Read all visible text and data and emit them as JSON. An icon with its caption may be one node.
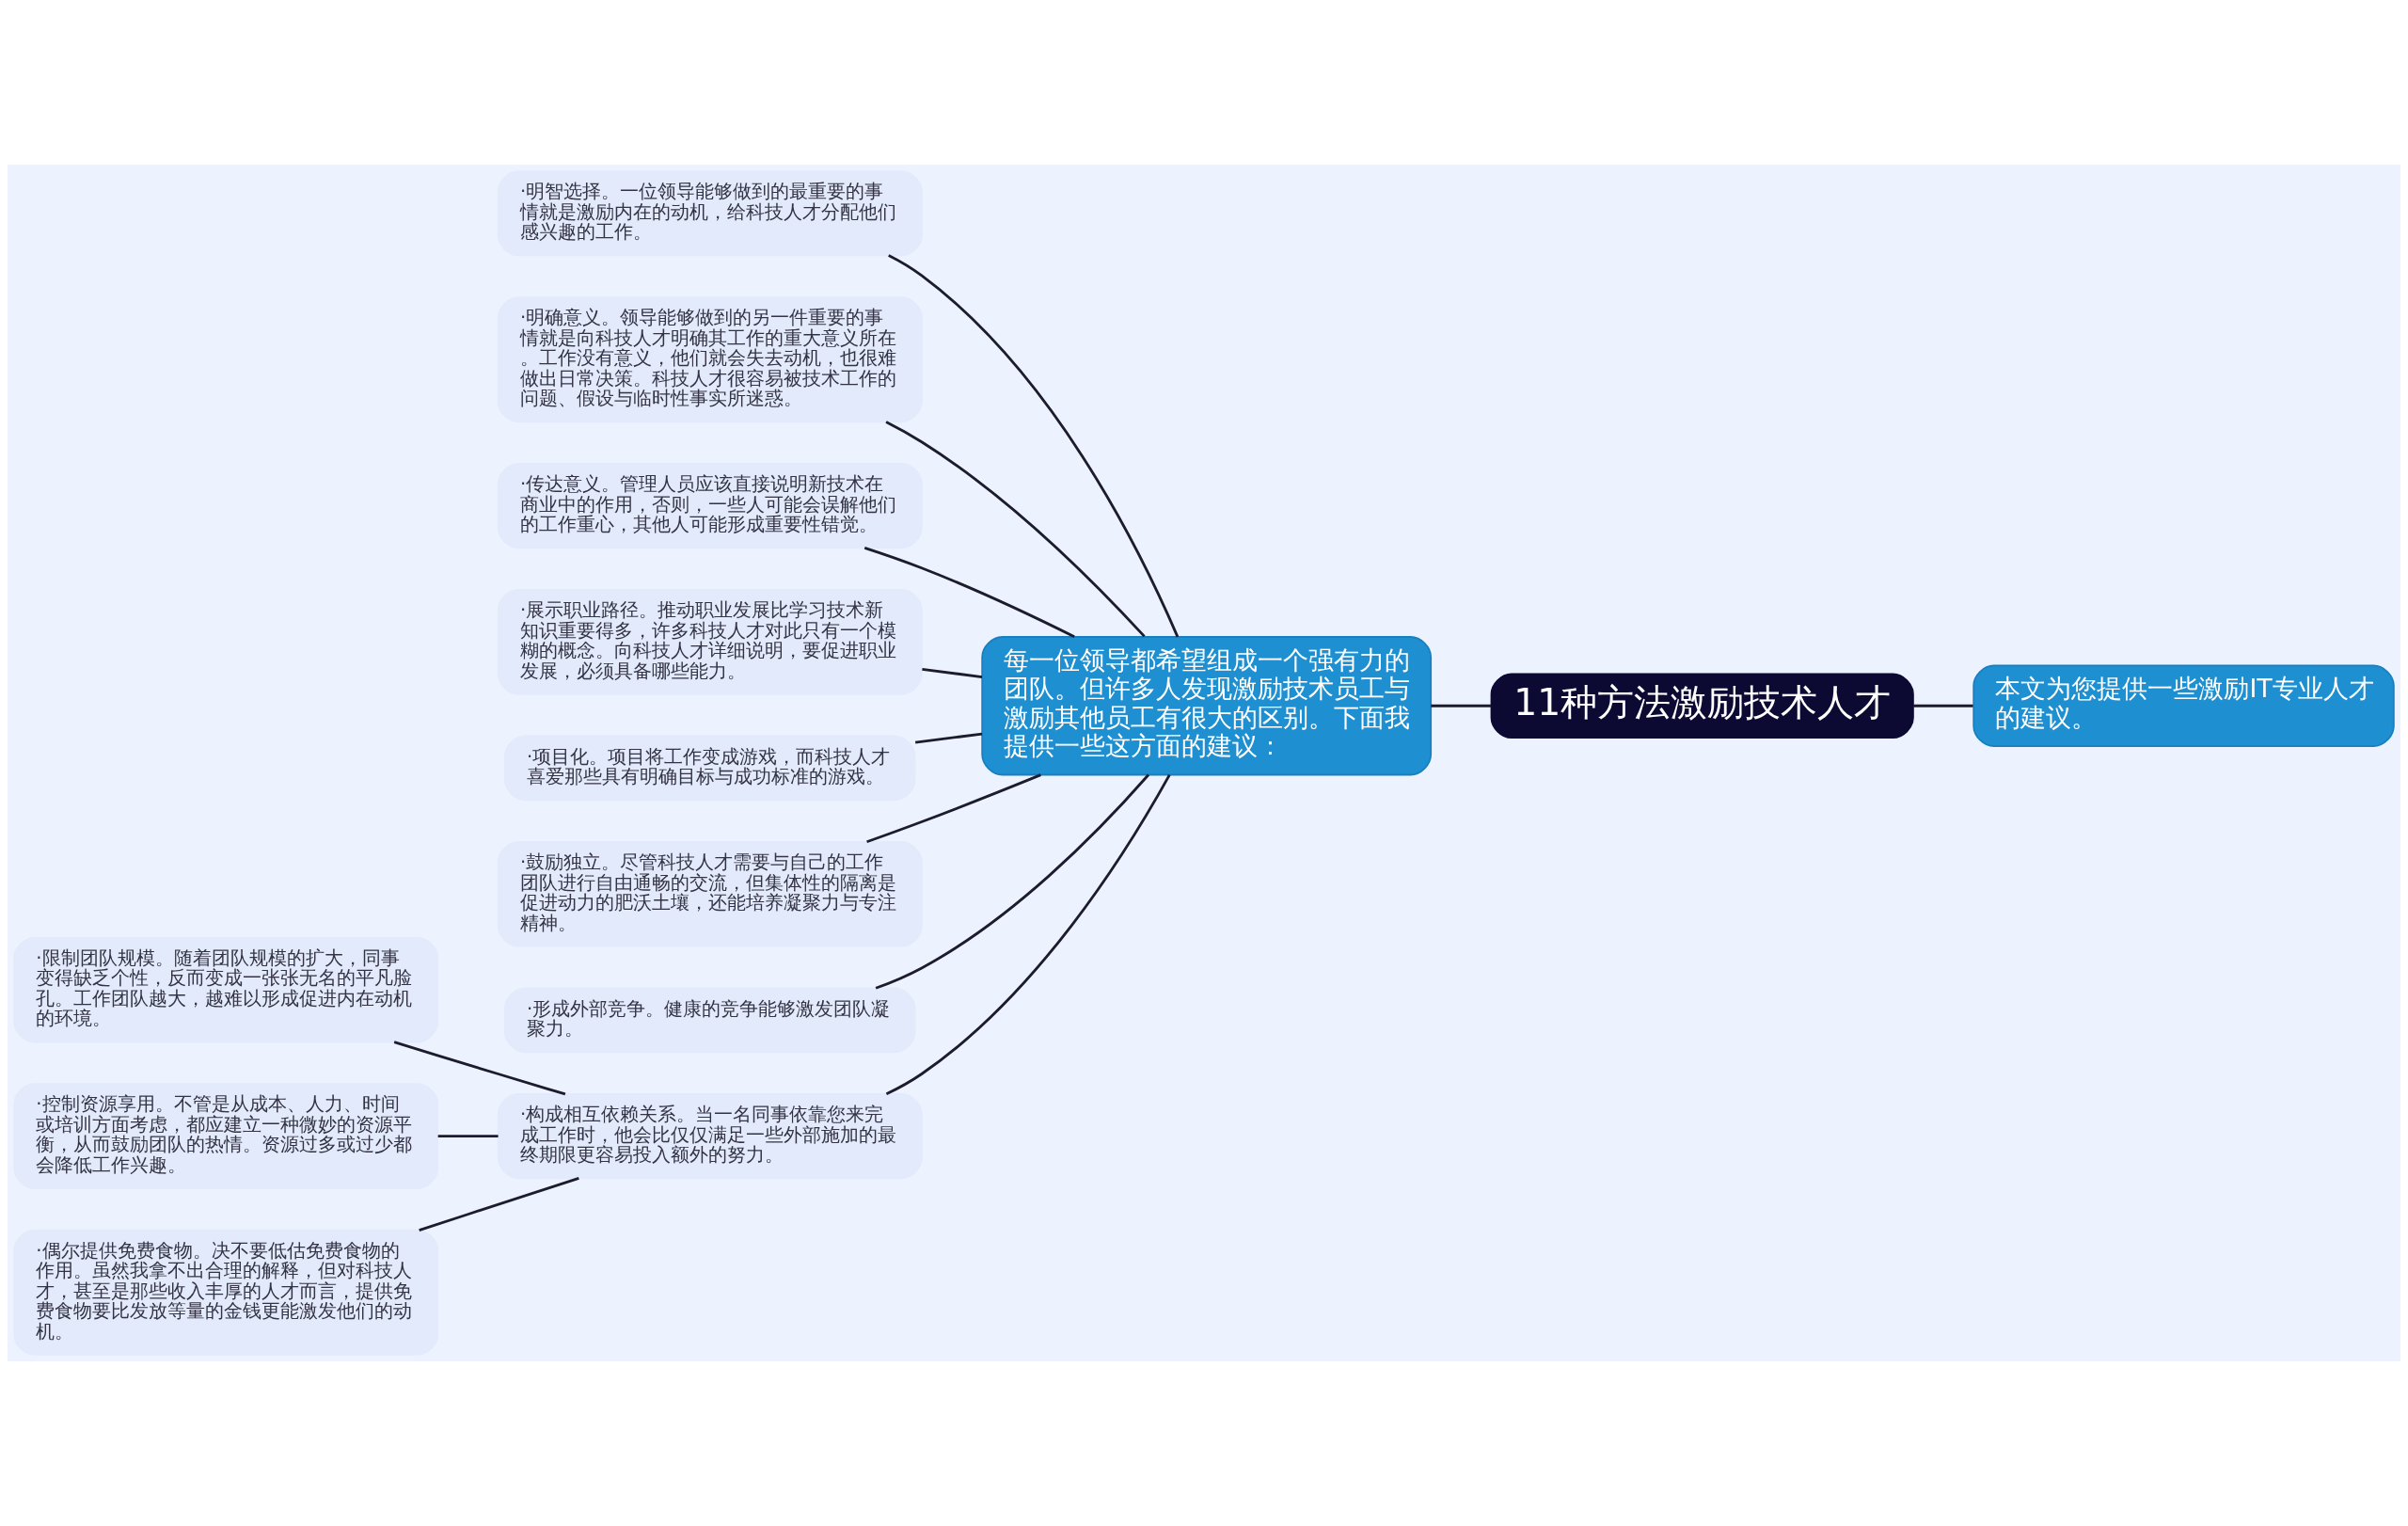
{
  "diagram": {
    "nodes": [
      {
        "text": [
          "11种方法激励技术人才"
        ]
      },
      {
        "text": [
          "本文为您提供一些激励IT专业人才的建议。"
        ]
      },
      {
        "text": [
          "每一位领导都希望组成一个强有力的团队。但许多人发现激励技术员工与激励其他员工有很大的区别。下面我提供一些这方面的建议："
        ]
      },
      {
        "text": [
          "·明智选择。一位领导能够做到的最重要的事情就是激励内在的动机，给科技人才分配他们感兴趣的工作。"
        ]
      },
      {
        "text": [
          "·明确意义。领导能够做到的另一件重要的事情就是向科技人才明确其工作的重大意义所在。工作没有意义，他们就会失去动机，也很难做出日常决策。科技人才很容易被技术工作的问题、假设与临时性事实所迷惑。"
        ]
      },
      {
        "text": [
          "·传达意义。管理人员应该直接说明新技术在商业中的作用，否则，一些人可能会误解他们的工作重心，其他人可能形成重要性错觉。"
        ]
      },
      {
        "text": [
          "·展示职业路径。推动职业发展比学习技术新知识重要得多，许多科技人才对此只有一个模糊的概念。向科技人才详细说明，要促进职业发展，必须具备哪些能力。"
        ]
      },
      {
        "text": [
          "·项目化。项目将工作变成游戏，而科技人才喜爱那些具有明确目标与成功标准的游戏。"
        ]
      },
      {
        "text": [
          "·鼓励独立。尽管科技人才需要与自己的工作团队进行自由通畅的交流，但集体性的隔离是促进动力的肥沃土壤，还能培养凝聚力与专注精神。"
        ]
      },
      {
        "text": [
          "·形成外部竞争。健康的竞争能够激发团队凝聚力。"
        ]
      },
      {
        "text": [
          "·构成相互依赖关系。当一名同事依靠您来完成工作时，他会比仅仅满足一些外部施加的最终期限更容易投入额外的努力。"
        ]
      },
      {
        "text": [
          "·限制团队规模。随着团队规模的扩大，同事变得缺乏个性，反而变成一张张无名的平凡脸孔。工作团队越大，越难以形成促进内在动机的环境。"
        ]
      },
      {
        "text": [
          "·控制资源享用。不管是从成本、人力、时间或培训方面考虑，都应建立一种微妙的资源平衡，从而鼓励团队的热情。资源过多或过少都会降低工作兴趣。"
        ]
      },
      {
        "text": [
          "·偶尔提供免费食物。决不要低估免费食物的作用。虽然我拿不出合理的解释，但对科技人才，甚至是那些收入丰厚的人才而言，提供免费食物要比发放等量的金钱更能激发他们的动机。"
        ]
      }
    ],
    "edges": [
      {
        "from": 0,
        "to": 1,
        "arrow": "none"
      },
      {
        "from": 0,
        "to": 2,
        "arrow": "none"
      },
      {
        "from": 2,
        "to": 3,
        "arrow": "none"
      },
      {
        "from": 2,
        "to": 4,
        "arrow": "none"
      },
      {
        "from": 2,
        "to": 5,
        "arrow": "none"
      },
      {
        "from": 2,
        "to": 6,
        "arrow": "none"
      },
      {
        "from": 2,
        "to": 7,
        "arrow": "none"
      },
      {
        "from": 2,
        "to": 8,
        "arrow": "none"
      },
      {
        "from": 2,
        "to": 9,
        "arrow": "none"
      },
      {
        "from": 2,
        "to": 10,
        "arrow": "none"
      },
      {
        "from": 10,
        "to": 11,
        "arrow": "none"
      },
      {
        "from": 10,
        "to": 12,
        "arrow": "none"
      },
      {
        "from": 10,
        "to": 13,
        "arrow": "none"
      }
    ]
  }
}
